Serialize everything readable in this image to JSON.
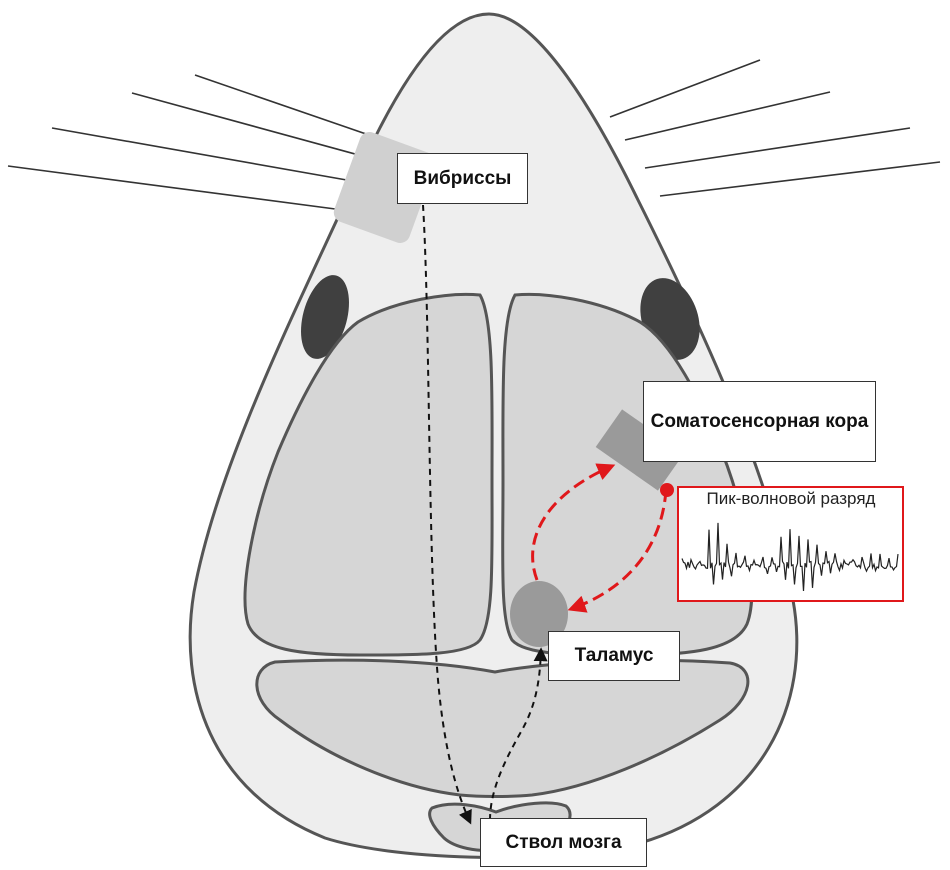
{
  "labels": {
    "vibrissae": "Вибриссы",
    "cortex": "Соматосенсорная кора",
    "thalamus": "Таламус",
    "brainstem": "Ствол мозга",
    "spike_wave": "Пик-волновой разряд"
  },
  "colors": {
    "head_fill": "#eeeeee",
    "outline": "#555555",
    "brain_fill": "#d6d6d6",
    "region_fill": "#9a9a9a",
    "eye_fill": "#404040",
    "whisker_pad": "#d0d0d0",
    "loop_red": "#e0181b"
  }
}
